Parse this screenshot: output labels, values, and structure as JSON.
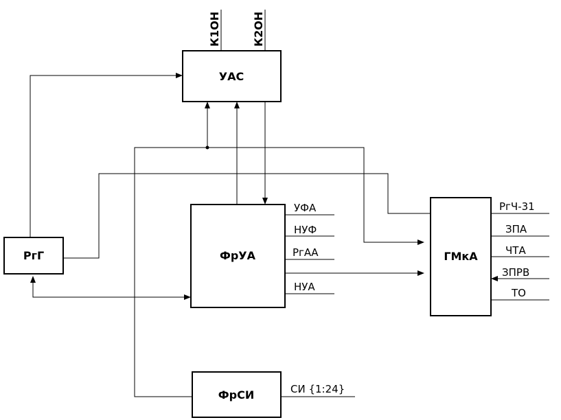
{
  "blocks": {
    "uas": "УАС",
    "frua": "ФрУА",
    "gmka": "ГМкА",
    "rgg": "РгГ",
    "frsi": "ФрСИ"
  },
  "uas_inputs": [
    "К1ОН",
    "К2ОН"
  ],
  "frua_outputs": [
    "УФА",
    "НУФ",
    "РгАА",
    "НУА"
  ],
  "gmka_signals": [
    "РгЧ-31",
    "ЗПА",
    "ЧТА",
    "ЗПРВ",
    "ТО"
  ],
  "frsi_output": "СИ {1:24}"
}
